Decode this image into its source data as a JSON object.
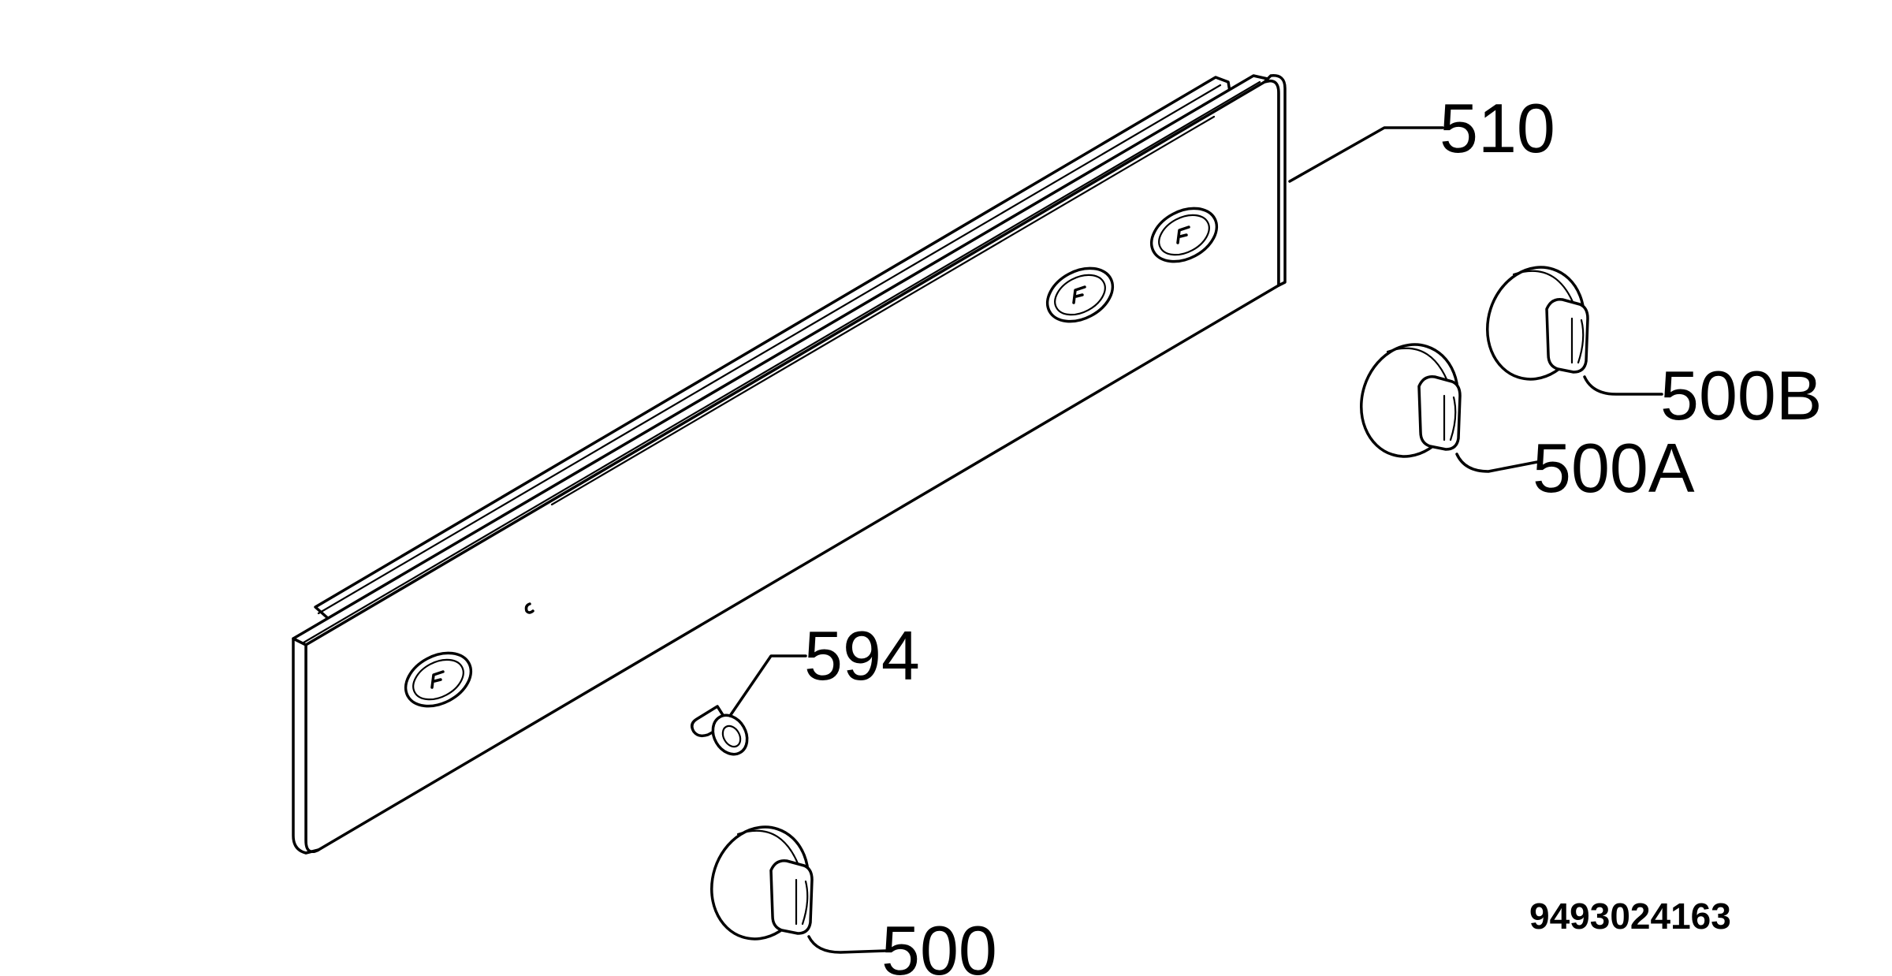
{
  "labels": {
    "panel": "510",
    "knob_b": "500B",
    "knob_a": "500A",
    "screw": "594",
    "knob": "500"
  },
  "reference_number": "9493024163"
}
